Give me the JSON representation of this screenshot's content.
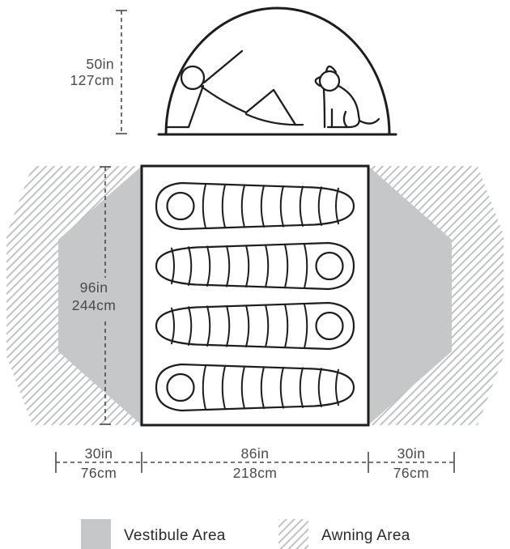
{
  "diagram": {
    "type": "tent-dimensions-diagram",
    "figures": [
      "person",
      "dog"
    ],
    "sleeping_bag_count": 4,
    "dims": {
      "height": {
        "in": "50in",
        "cm": "127cm"
      },
      "floor_length": {
        "in": "96in",
        "cm": "244cm"
      },
      "vestibule_left": {
        "in": "30in",
        "cm": "76cm"
      },
      "floor_width": {
        "in": "86in",
        "cm": "218cm"
      },
      "vestibule_right": {
        "in": "30in",
        "cm": "76cm"
      }
    },
    "legend": [
      {
        "label": "Vestibule Area",
        "swatch": "solid-gray"
      },
      {
        "label": "Awning Area",
        "swatch": "diagonal-hatch"
      }
    ],
    "colors": {
      "line": "#1d1d1d",
      "dim": "#4a4a4a",
      "text": "#3f3f3f",
      "vestibule_fill": "#c6c7c9",
      "awning_hatch": "#b7babc",
      "background": "#ffffff"
    }
  }
}
